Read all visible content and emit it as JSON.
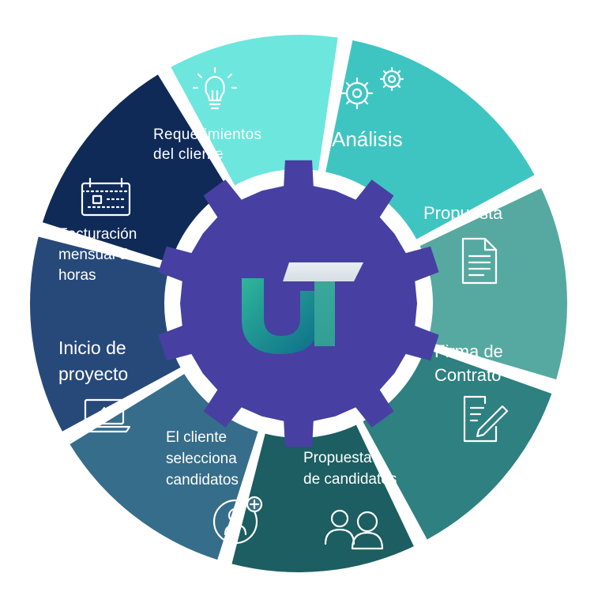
{
  "diagram": {
    "logo_text": "UT",
    "segments": [
      {
        "id": "requerimientos",
        "lines": [
          "Requerimientos",
          "del cliente"
        ],
        "icon": "lightbulb-icon",
        "color": "#6de6de"
      },
      {
        "id": "analisis",
        "lines": [
          "Análisis"
        ],
        "icon": "gears-icon",
        "color": "#3fc5c1"
      },
      {
        "id": "propuesta",
        "lines": [
          "Propuesta"
        ],
        "icon": "document-icon",
        "color": "#56a9a0"
      },
      {
        "id": "firma",
        "lines": [
          "Firma de",
          "Contrato"
        ],
        "icon": "contract-sign-icon",
        "color": "#2f8080"
      },
      {
        "id": "propuesta-candidatos",
        "lines": [
          "Propuesta",
          "de candidatos"
        ],
        "icon": "people-icon",
        "color": "#1c5e62"
      },
      {
        "id": "cliente-selecciona",
        "lines": [
          "El cliente",
          "selecciona",
          "candidatos"
        ],
        "icon": "add-user-icon",
        "color": "#366d8b"
      },
      {
        "id": "inicio",
        "lines": [
          "Inicio de",
          "proyecto"
        ],
        "icon": "laptop-icon",
        "color": "#27497a"
      },
      {
        "id": "facturacion",
        "lines": [
          "Facturación",
          "mensual de",
          "horas"
        ],
        "icon": "calendar-icon",
        "color": "#0f2a57"
      }
    ],
    "gear_color": "#4740a2"
  }
}
